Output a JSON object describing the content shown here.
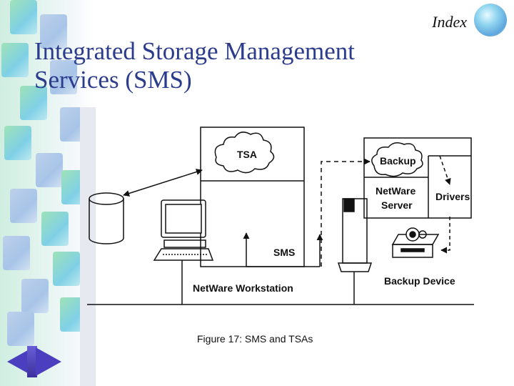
{
  "header": {
    "index_label": "Index"
  },
  "slide": {
    "title_line1": "Integrated Storage Management",
    "title_line2": "Services (SMS)"
  },
  "diagram": {
    "tsa_label": "TSA",
    "backup_label": "Backup",
    "server_label_line1": "NetWare",
    "server_label_line2": "Server",
    "drivers_label": "Drivers",
    "sms_label": "SMS",
    "workstation_label": "NetWare Workstation",
    "backup_device_label": "Backup Device"
  },
  "caption": "Figure 17: SMS and TSAs",
  "colors": {
    "title": "#2c3c8c",
    "nav": "#4b3fc0"
  }
}
